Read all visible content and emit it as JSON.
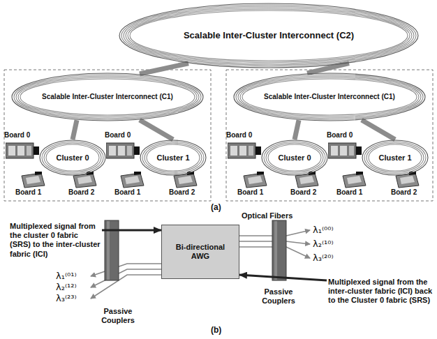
{
  "diagram": {
    "nodes": [
      {
        "text": [
          "Scalable Inter-Cluster Interconnect (C2)"
        ]
      },
      {
        "text": [
          "Scalable Inter-Cluster Interconnect (C1)"
        ]
      },
      {
        "text": [
          "Cluster 0"
        ]
      },
      {
        "text": [
          "Cluster 1"
        ]
      },
      {
        "text": [
          "Scalable Inter-Cluster Interconnect (C1)"
        ]
      },
      {
        "text": [
          "Cluster 0"
        ]
      },
      {
        "text": [
          "Cluster 1"
        ]
      },
      {
        "text": [
          "Bi-directional AWG"
        ]
      }
    ],
    "edges": [
      {
        "from": 0,
        "to": 1,
        "arrow": "none"
      },
      {
        "from": 0,
        "to": 4,
        "arrow": "none"
      },
      {
        "from": 1,
        "to": 2,
        "arrow": "none"
      },
      {
        "from": 1,
        "to": 3,
        "arrow": "none"
      },
      {
        "from": 4,
        "to": 5,
        "arrow": "none"
      },
      {
        "from": 4,
        "to": 6,
        "arrow": "none"
      }
    ],
    "labels": [
      "Board 0",
      "Board 1",
      "Board 2",
      "Board 0",
      "Board 1",
      "Board 2",
      "Board 0",
      "Board 1",
      "Board 2",
      "Board 0",
      "Board 1",
      "Board 2",
      "(a)",
      "Multiplexed signal from the cluster 0 fabric (SRS) to the inter-cluster fabric (ICI)",
      "Optical Fibers",
      "λ₁⁽⁰⁰⁾",
      "λ₂⁽¹⁰⁾",
      "λ₃⁽²⁰⁾",
      "λ₁⁽⁰¹⁾",
      "λ₂⁽¹²⁾",
      "λ₃⁽²³⁾",
      "Passive Couplers",
      "Passive Couplers",
      "Multiplexed signal from the inter-cluster fabric (ICI) back to the Cluster 0 fabric (SRS)",
      "(b)"
    ]
  }
}
